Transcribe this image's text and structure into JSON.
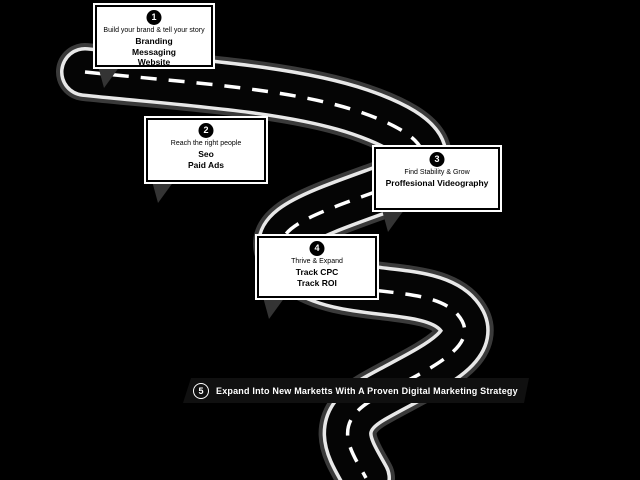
{
  "canvas": {
    "background": "#000000"
  },
  "road": {
    "shoulder_color": "#3a3a3a",
    "edge_line_color": "#e8e8e8",
    "surface_color": "#050505",
    "centerline_color": "#ffffff"
  },
  "milestones": [
    {
      "number": "1",
      "intro": "Build your brand & tell your story",
      "items": [
        "Branding",
        "Messaging",
        "Website"
      ]
    },
    {
      "number": "2",
      "intro": "Reach the right people",
      "items": [
        "Seo",
        "Paid Ads"
      ]
    },
    {
      "number": "3",
      "intro": "Find Stability & Grow",
      "items": [
        "Proffesional Videography"
      ]
    },
    {
      "number": "4",
      "intro": "Thrive & Expand",
      "items": [
        "Track CPC",
        "Track ROI"
      ]
    }
  ],
  "banner": {
    "number": "5",
    "label": "Expand Into New Marketts With A Proven Digital Marketing Strategy"
  }
}
